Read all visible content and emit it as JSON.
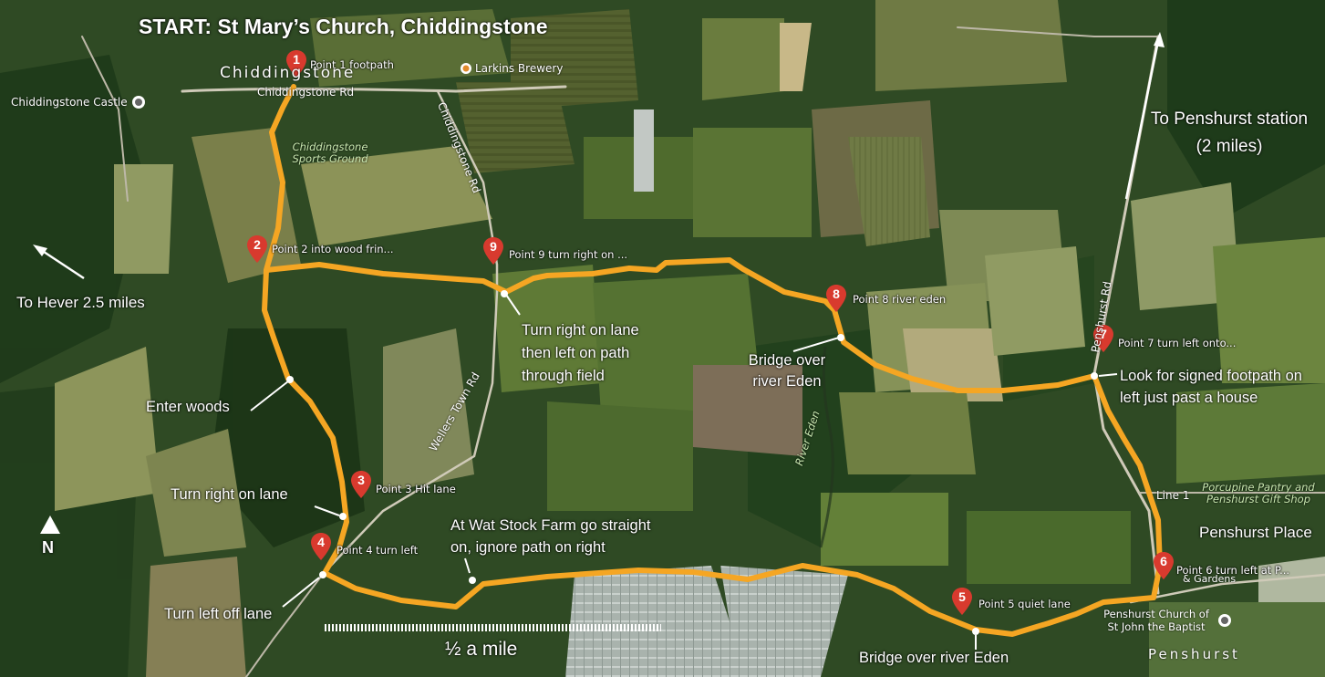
{
  "title": "START: St Mary’s Church, Chiddingstone",
  "places": {
    "chiddingstone": "Chiddingstone",
    "chiddingstone_castle": "Chiddingstone Castle",
    "larkins_brewery": "Larkins Brewery",
    "sports_ground": "Chiddingstone Sports Ground",
    "penshurst": "Penshurst",
    "penshurst_place": "Penshurst Place",
    "penshurst_place_gardens": "& Gardens",
    "penshurst_church": "Penshurst Church of St John the Baptist",
    "porcupine_pantry": "Porcupine Pantry and Penshurst Gift Shop",
    "river_eden": "River Eden"
  },
  "roads": {
    "chiddingstone_rd_h": "Chiddingstone Rd",
    "chiddingstone_rd_v": "Chiddingstone Rd",
    "wellers_town_rd": "Wellers Town Rd",
    "penshurst_rd": "Penshurst Rd",
    "line_1": "Line 1"
  },
  "points": [
    {
      "num": "1",
      "label": "Point 1 footpath"
    },
    {
      "num": "2",
      "label": "Point 2 into wood frin..."
    },
    {
      "num": "3",
      "label": "Point 3 Hit lane"
    },
    {
      "num": "4",
      "label": "Point 4 turn left"
    },
    {
      "num": "5",
      "label": "Point 5 quiet lane"
    },
    {
      "num": "6",
      "label": "Point 6 turn left at P..."
    },
    {
      "num": "7",
      "label": "Point 7 turn left onto..."
    },
    {
      "num": "8",
      "label": "Point 8 river eden"
    },
    {
      "num": "9",
      "label": "Point 9 turn right on ..."
    }
  ],
  "annotations": {
    "to_hever": "To Hever 2.5 miles",
    "to_penshurst_station": "To Penshurst station (2 miles)",
    "turn_right_lane_path": "Turn right on lane then left on path through field",
    "bridge_eden_north": "Bridge over river Eden",
    "look_footpath": "Look for signed footpath on left just past a house",
    "enter_woods": "Enter woods",
    "turn_right_on_lane": "Turn right on lane",
    "wat_stock_farm": "At Wat Stock Farm go straight on, ignore path on right",
    "turn_left_off_lane": "Turn left off lane",
    "bridge_eden_south": "Bridge over river Eden",
    "north": "N",
    "scale": "½ a mile"
  },
  "colors": {
    "route": "#f5a623",
    "pin": "#d83a2e",
    "annotation_text": "#ffffff"
  }
}
